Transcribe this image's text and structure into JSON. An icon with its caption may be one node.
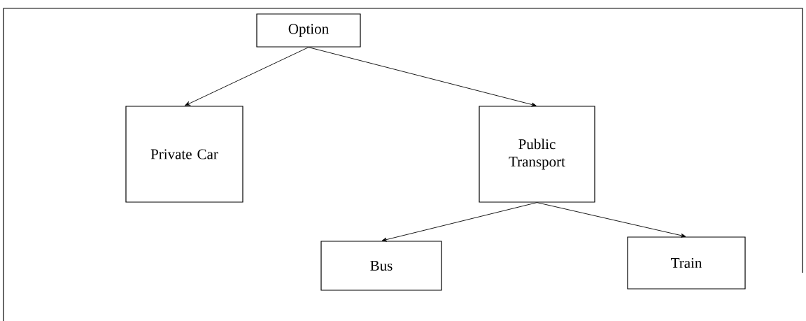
{
  "diagram": {
    "nodes": [
      {
        "text": [
          "Option"
        ]
      },
      {
        "text": [
          "Private Car"
        ]
      },
      {
        "text": [
          "Public Transport"
        ]
      },
      {
        "text": [
          "Bus"
        ]
      },
      {
        "text": [
          "Train"
        ]
      }
    ],
    "edges": [
      {
        "from": 0,
        "to": 1,
        "arrow": "to"
      },
      {
        "from": 0,
        "to": 2,
        "arrow": "to"
      },
      {
        "from": 2,
        "to": 3,
        "arrow": "to"
      },
      {
        "from": 2,
        "to": 4,
        "arrow": "to"
      }
    ]
  }
}
